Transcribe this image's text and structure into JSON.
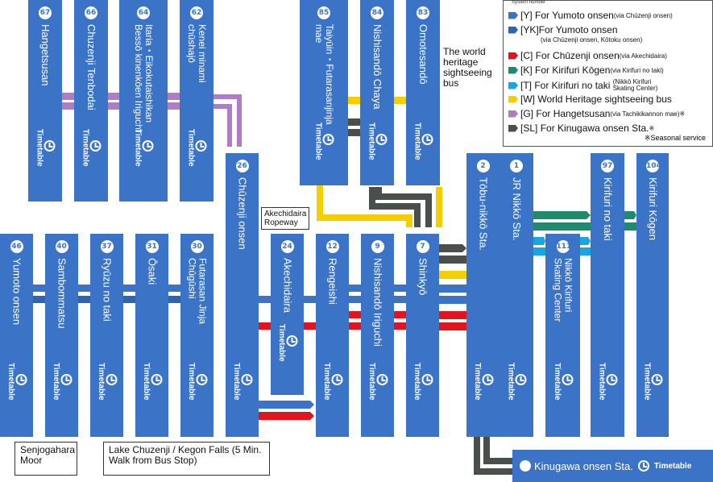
{
  "timetable_label": "Timetable",
  "colors": {
    "stop_blue": "#3b74c6",
    "yumoto_blue": "#3b74c6",
    "yumoto_kotoku": "#2c64b8",
    "red": "#e0151d",
    "green": "#1f8a6e",
    "cyan": "#18a6e0",
    "yellow": "#f4cf00",
    "purple": "#b07cc6",
    "dark": "#4a4f4c"
  },
  "stops": [
    {
      "id": "67",
      "name": "Hangetsusan"
    },
    {
      "id": "66",
      "name": "Chuzenji Tenbodai"
    },
    {
      "id": "64",
      "name": "Itaria・Eikokutaishikan Bessō kinenkōen Iriguchi"
    },
    {
      "id": "62",
      "name": "Kenei minami chūshajō"
    },
    {
      "id": "85",
      "name": "Taiyūin・Futarasanjinja mae"
    },
    {
      "id": "84",
      "name": "Nishisandō Chaya"
    },
    {
      "id": "83",
      "name": "Omotesandō"
    },
    {
      "id": "26",
      "name": "Chūzenji onsen"
    },
    {
      "id": "2",
      "name": "Tōbu-nikkō Sta."
    },
    {
      "id": "1",
      "name": "JR Nikkō Sta."
    },
    {
      "id": "97",
      "name": "Kirifuri no taki"
    },
    {
      "id": "104",
      "name": "Kirifuri Kōgen"
    },
    {
      "id": "111",
      "name": "Nikkō Kirifuri Skating Center"
    },
    {
      "id": "46",
      "name": "Yumoto onsen"
    },
    {
      "id": "40",
      "name": "Sambommatsu"
    },
    {
      "id": "37",
      "name": "Ryūzu no taki"
    },
    {
      "id": "31",
      "name": "Ōsaki"
    },
    {
      "id": "30",
      "name": "Futarasan Jinja Chūgūshi"
    },
    {
      "id": "24",
      "name": "Akechidaira"
    },
    {
      "id": "12",
      "name": "Rengeishi"
    },
    {
      "id": "9",
      "name": "Nishisandō Iriguchi"
    },
    {
      "id": "7",
      "name": "Shinkyō"
    }
  ],
  "world_heritage_note": "The world heritage sightseeing bus",
  "ropeway_label": "Akechidaira Ropeway",
  "senjogahara_label": "Senjogahara Moor",
  "lake_label": "Lake Chuzenji / Kegon Falls (5 Min. Walk from Bus Stop)",
  "kinugawa": {
    "name": "Kinugawa onsen Sta.",
    "timetable": "Timetable"
  },
  "legend": {
    "header": "System number",
    "items": [
      {
        "code": "[Y]",
        "text": "For Yumoto onsen",
        "sub": "(via Chūzenji onsen)",
        "color": "#3b74c6"
      },
      {
        "code": "[YK]",
        "text": "For Yumoto onsen",
        "sub": "(via Chūzenji onsen, Kōtoku onsen)",
        "color": "#2c64b8"
      },
      {
        "code": "[C]",
        "text": "For Chūzenji onsen",
        "sub": "(via Akechidaira)",
        "color": "#e0151d"
      },
      {
        "code": "[K]",
        "text": "For Kirifuri Kōgen",
        "sub": "(via Kirifuri no taki)",
        "color": "#1f8a6e"
      },
      {
        "code": "[T]",
        "text": "For Kirifuri no taki",
        "sub": "(Nikkō Kirifuri Skating Center)",
        "color": "#18a6e0"
      },
      {
        "code": "[W]",
        "text": "World Heritage sightseeing bus",
        "sub": "",
        "color": "#f4cf00"
      },
      {
        "code": "[G]",
        "text": "For Hangetsusan",
        "sub": "(via Tachikikannon mae)※",
        "color": "#b07cc6"
      },
      {
        "code": "[SL]",
        "text": "For Kinugawa onsen Sta.",
        "sub": "※",
        "color": "#4a4f4c"
      }
    ],
    "note": "※Seasonal service"
  }
}
